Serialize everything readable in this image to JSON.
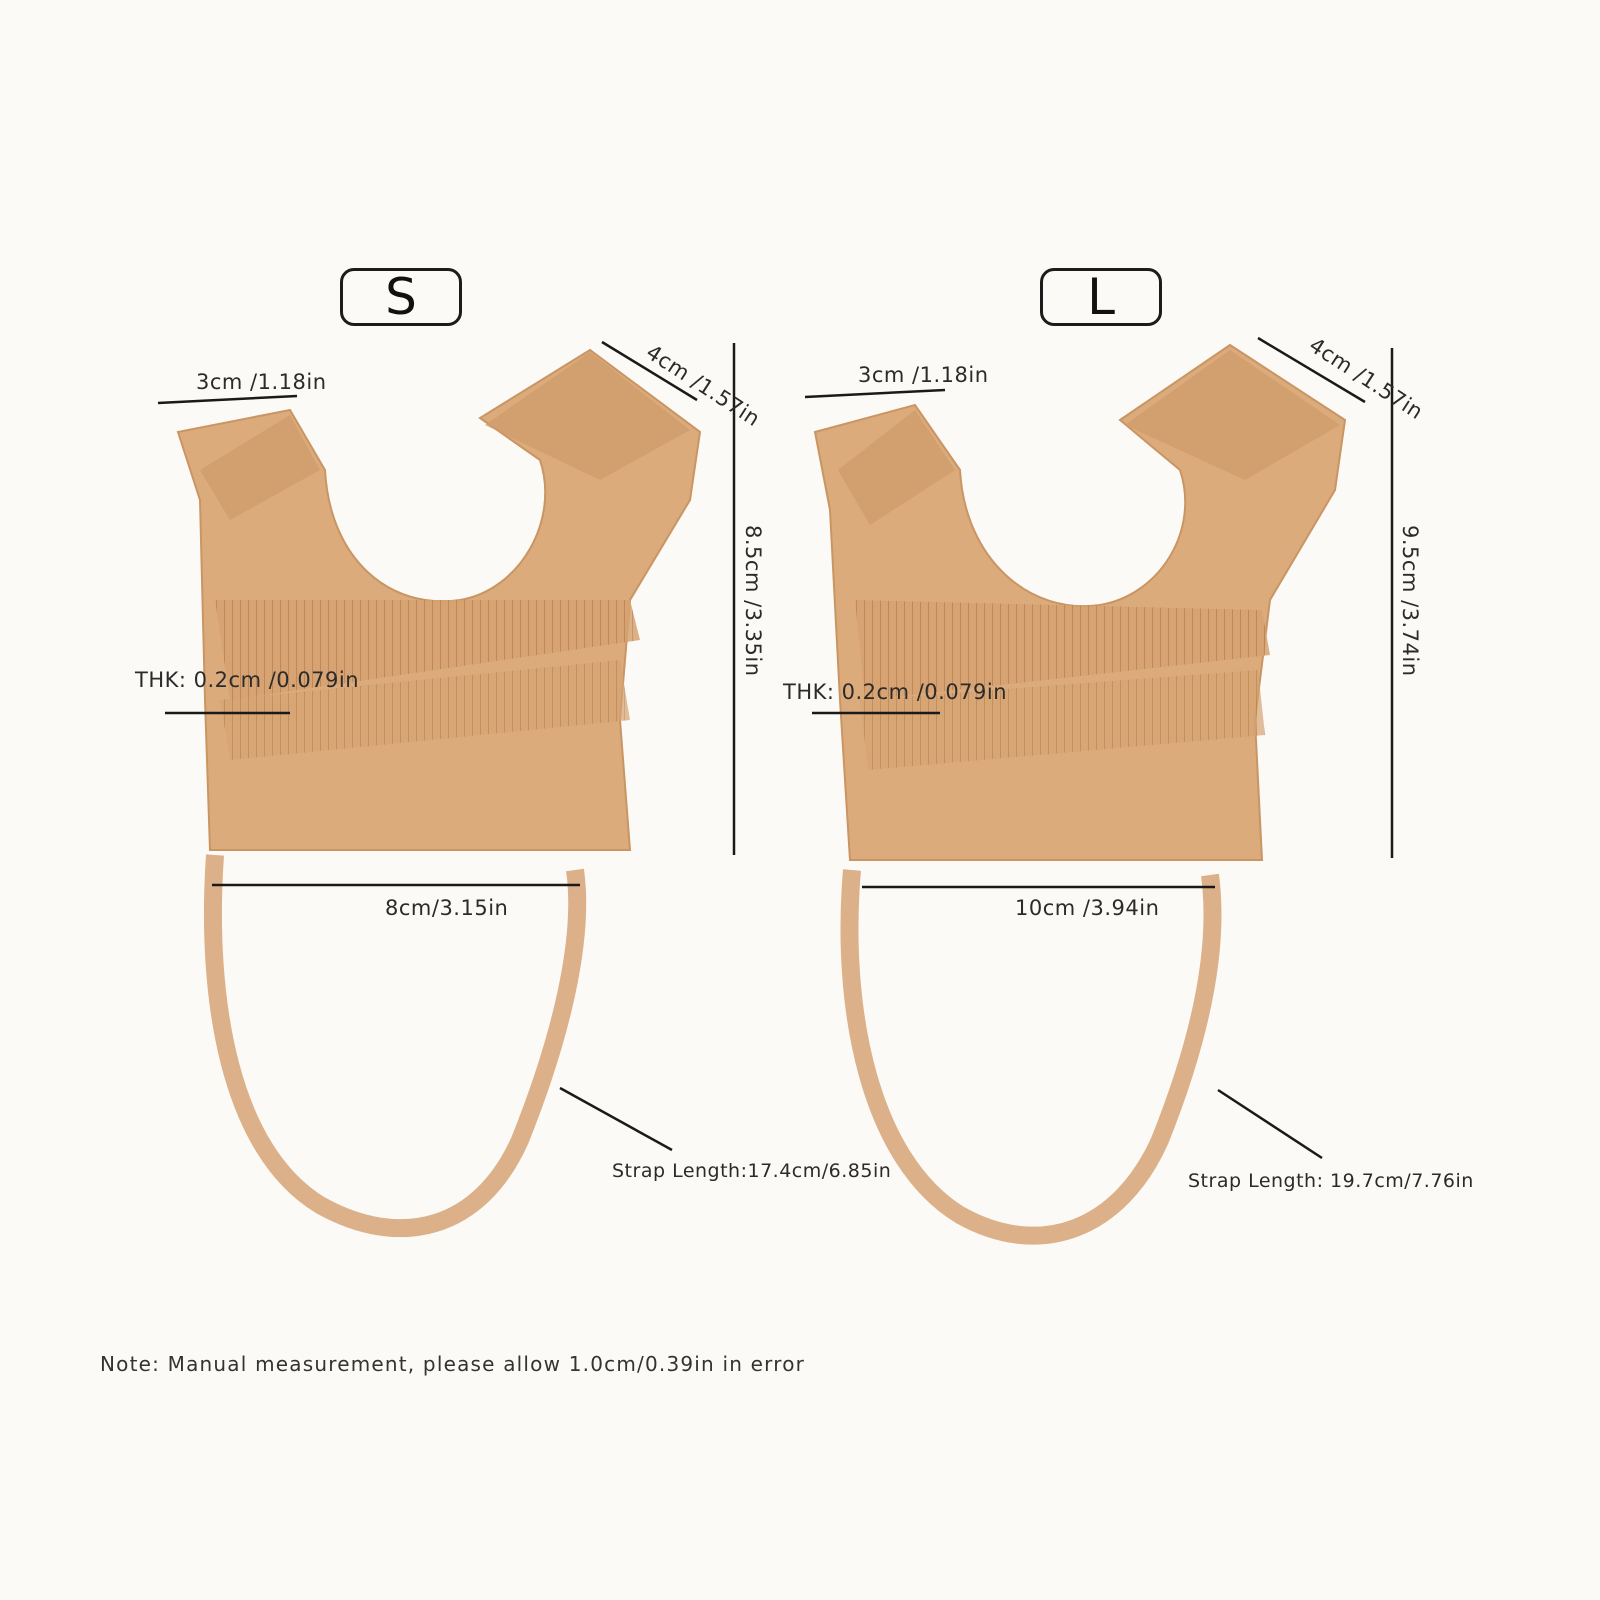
{
  "products": [
    {
      "size_label": "S",
      "top_width": "3cm  /1.18in",
      "diag_width": "4cm /1.57in",
      "height": "8.5cm /3.35in",
      "thickness": "THK: 0.2cm /0.079in",
      "bottom_width": "8cm/3.15in",
      "strap_length": "Strap Length:17.4cm/6.85in"
    },
    {
      "size_label": "L",
      "top_width": "3cm /1.18in",
      "diag_width": "4cm /1.57in",
      "height": "9.5cm /3.74in",
      "thickness": "THK: 0.2cm /0.079in",
      "bottom_width": "10cm /3.94in",
      "strap_length": "Strap Length: 19.7cm/7.76in"
    }
  ],
  "note": "Note: Manual measurement, please allow 1.0cm/0.39in in error",
  "colors": {
    "fabric": "#d9a878",
    "fabric_dark": "#c48f5e",
    "line": "#1a1a1a",
    "background": "#fcfaf6"
  }
}
